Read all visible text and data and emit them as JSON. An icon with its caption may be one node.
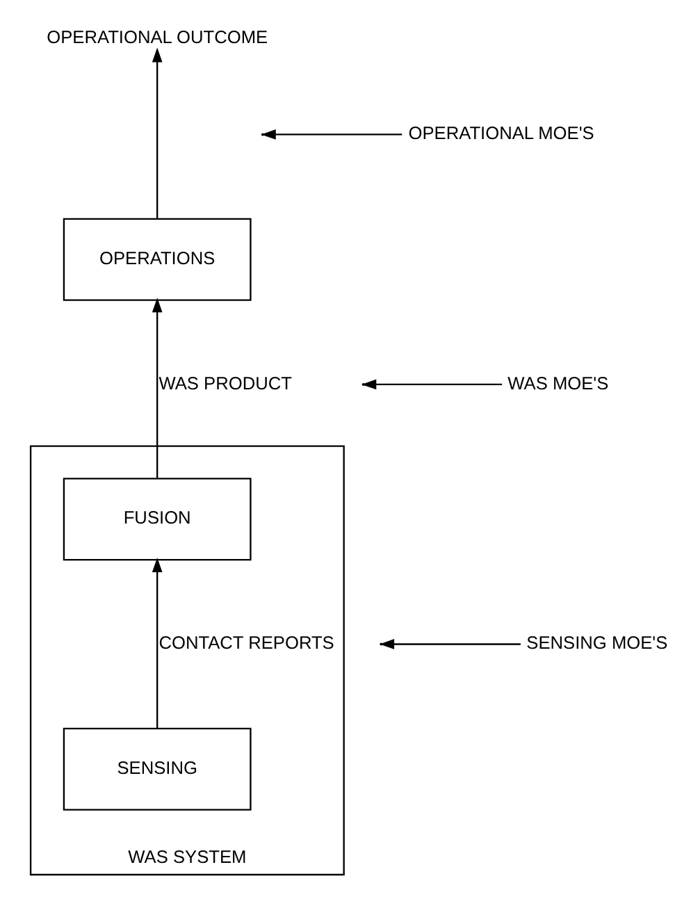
{
  "diagram": {
    "nodes": [
      {
        "text": [
          "OPERATIONAL OUTCOME"
        ]
      },
      {
        "text": [
          "OPERATIONS"
        ]
      },
      {
        "text": [
          "WAS SYSTEM"
        ]
      },
      {
        "text": [
          "FUSION"
        ],
        "in": 2
      },
      {
        "text": [
          "SENSING"
        ],
        "in": 2
      },
      {
        "text": [
          "OPERATIONAL MOE'S"
        ]
      },
      {
        "text": [
          "WAS MOE'S"
        ]
      },
      {
        "text": [
          "SENSING MOE'S"
        ]
      }
    ],
    "edges": [
      {
        "from": 4,
        "to": 3,
        "arrow": "to",
        "label": "CONTACT REPORTS"
      },
      {
        "from": 3,
        "to": 1,
        "arrow": "to",
        "label": "WAS PRODUCT"
      },
      {
        "from": 1,
        "to": 0,
        "arrow": "to"
      },
      {
        "from": 5,
        "to": null,
        "arrow": "to"
      },
      {
        "from": 6,
        "to": null,
        "arrow": "to"
      },
      {
        "from": 7,
        "to": null,
        "arrow": "to"
      }
    ]
  }
}
